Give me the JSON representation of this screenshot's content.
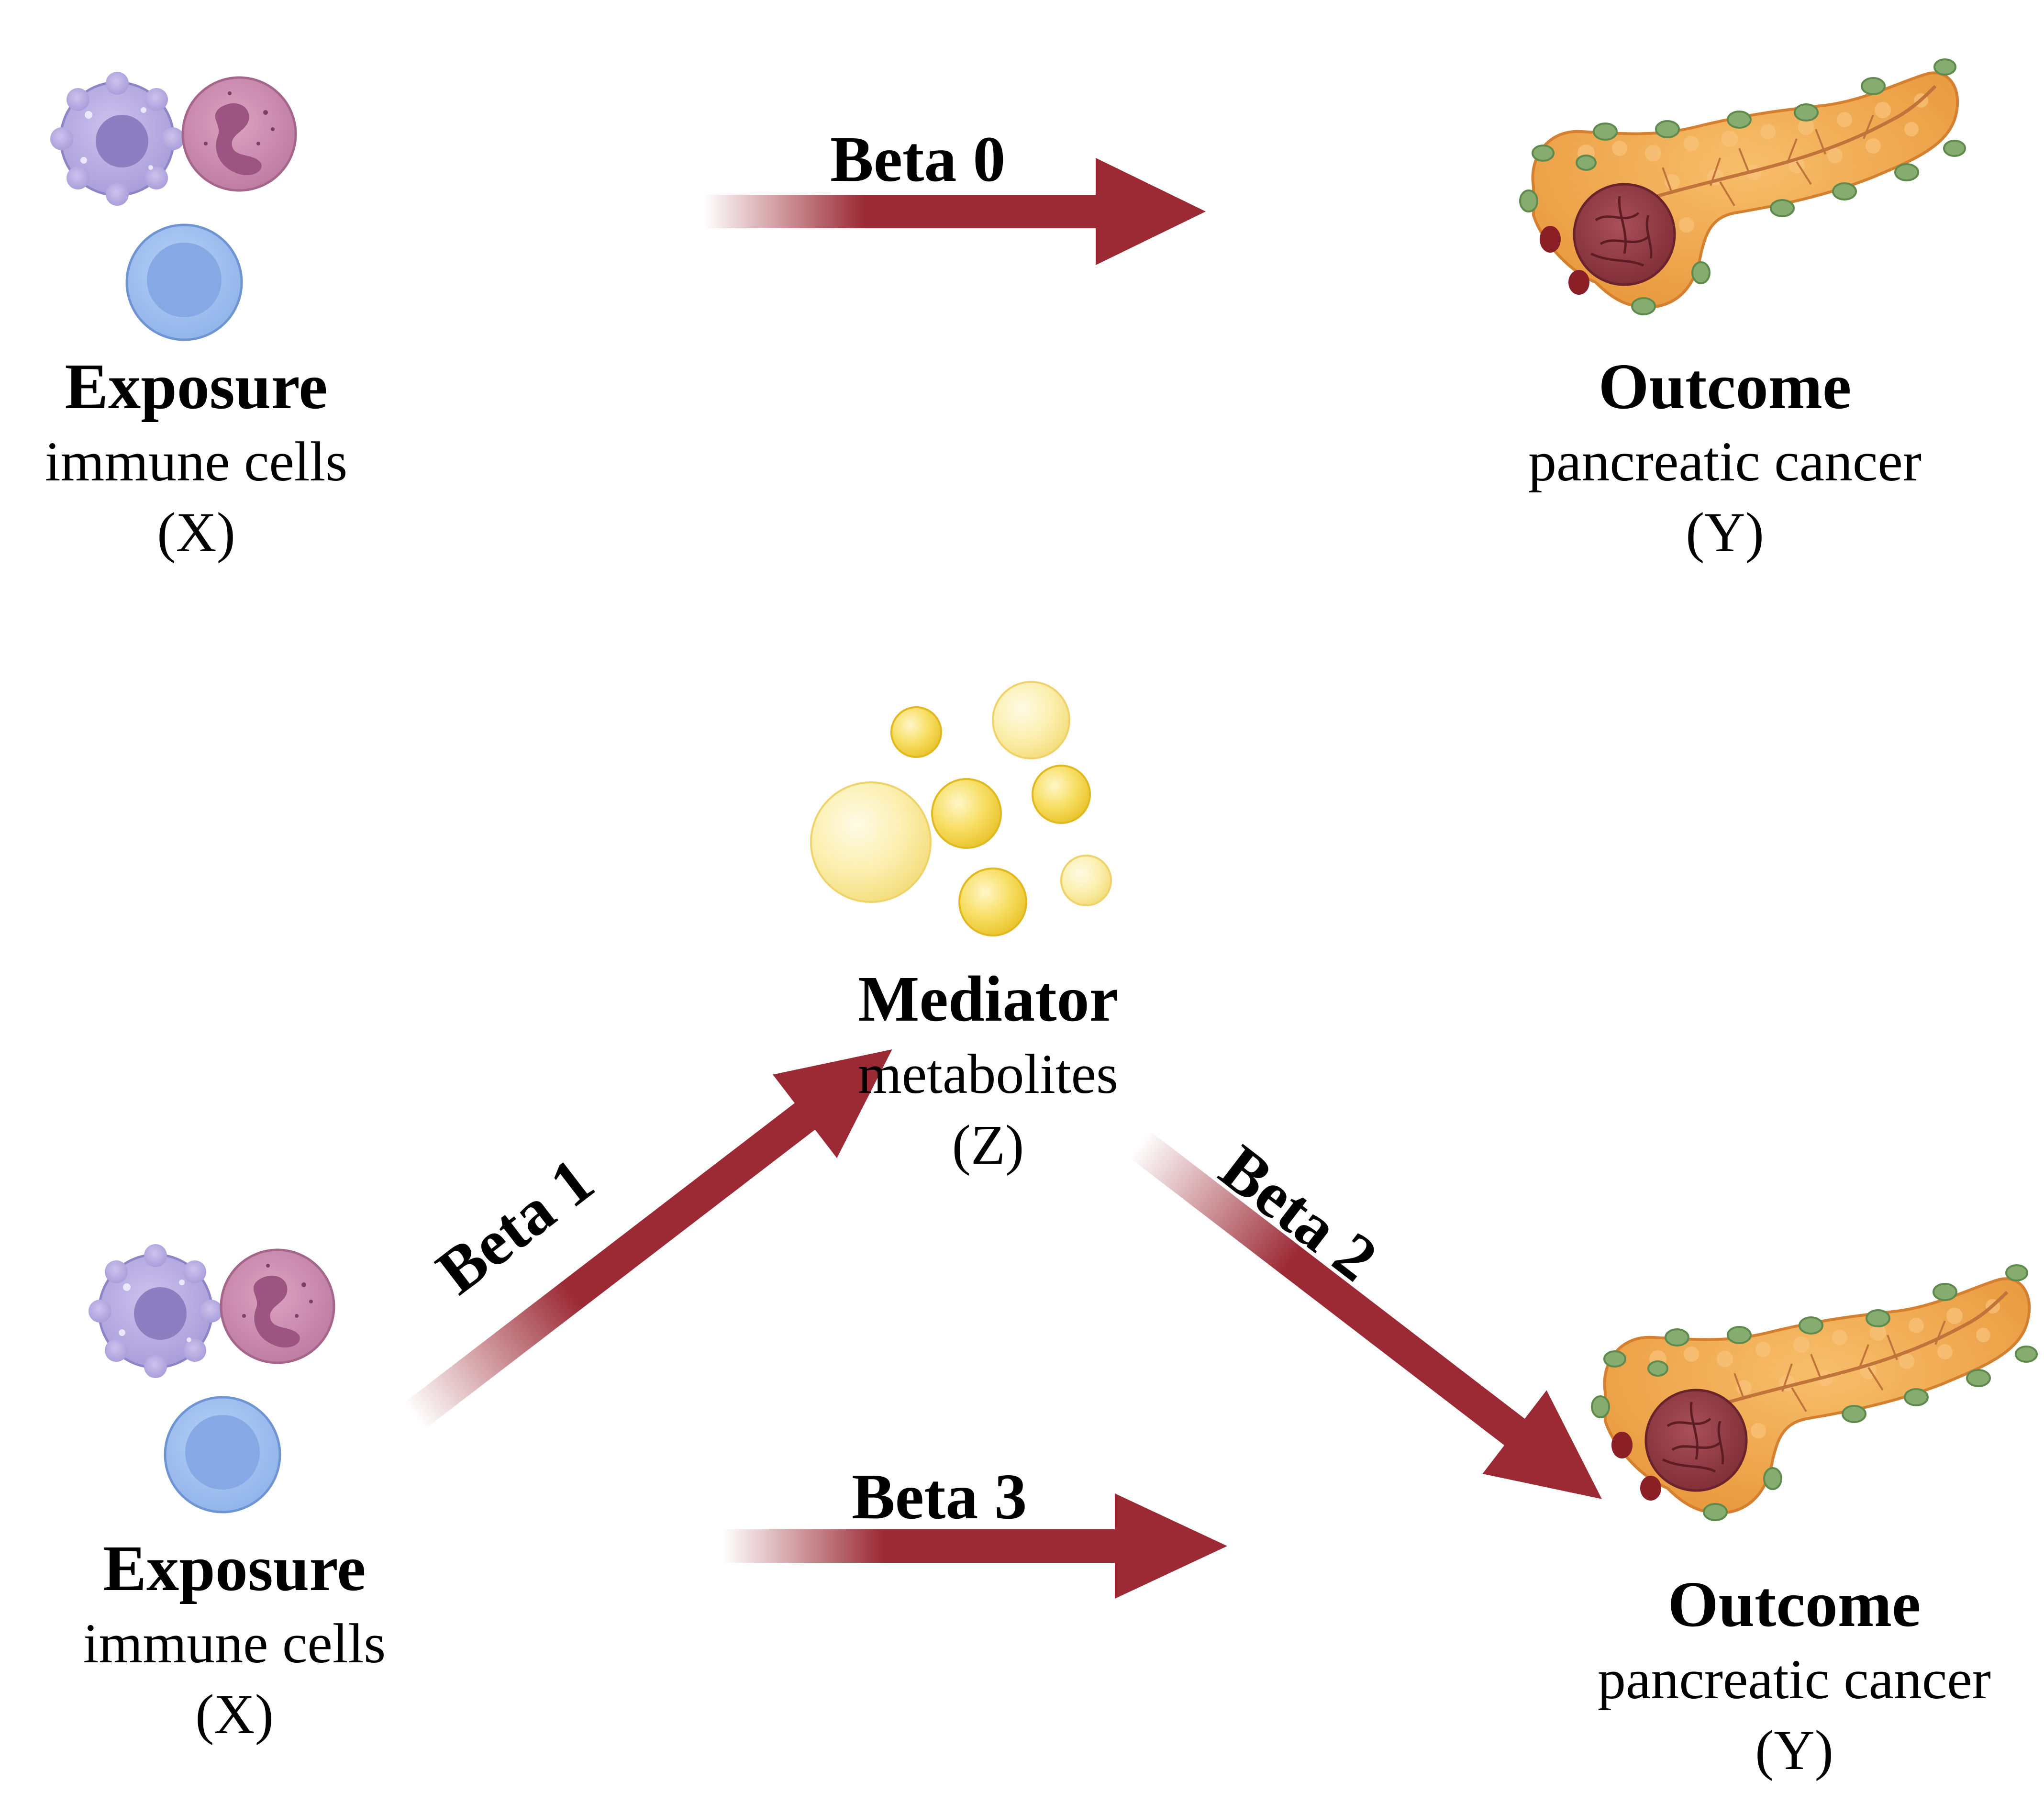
{
  "diagram": {
    "top_panel": {
      "exposure": {
        "title": "Exposure",
        "subtitle": "immune cells",
        "variable": "(X)"
      },
      "outcome": {
        "title": "Outcome",
        "subtitle": "pancreatic cancer",
        "variable": "(Y)"
      },
      "arrow_label": "Beta 0"
    },
    "bottom_panel": {
      "exposure": {
        "title": "Exposure",
        "subtitle": "immune cells",
        "variable": "(X)"
      },
      "mediator": {
        "title": "Mediator",
        "subtitle": "metabolites",
        "variable": "(Z)"
      },
      "outcome": {
        "title": "Outcome",
        "subtitle": "pancreatic cancer",
        "variable": "(Y)"
      },
      "arrow_labels": {
        "exposure_to_mediator": "Beta 1",
        "mediator_to_outcome": "Beta 2",
        "exposure_to_outcome": "Beta 3"
      }
    },
    "colors": {
      "arrow": "#9b2a35",
      "macrophage": "#b3a9df",
      "neutrophil": "#c98aab",
      "lymphocyte": "#9dbdee",
      "metabolite": "#f3cf3a",
      "pancreas": "#f2a84c",
      "tumor": "#8f3a42",
      "nodule": "#7fa968"
    }
  }
}
